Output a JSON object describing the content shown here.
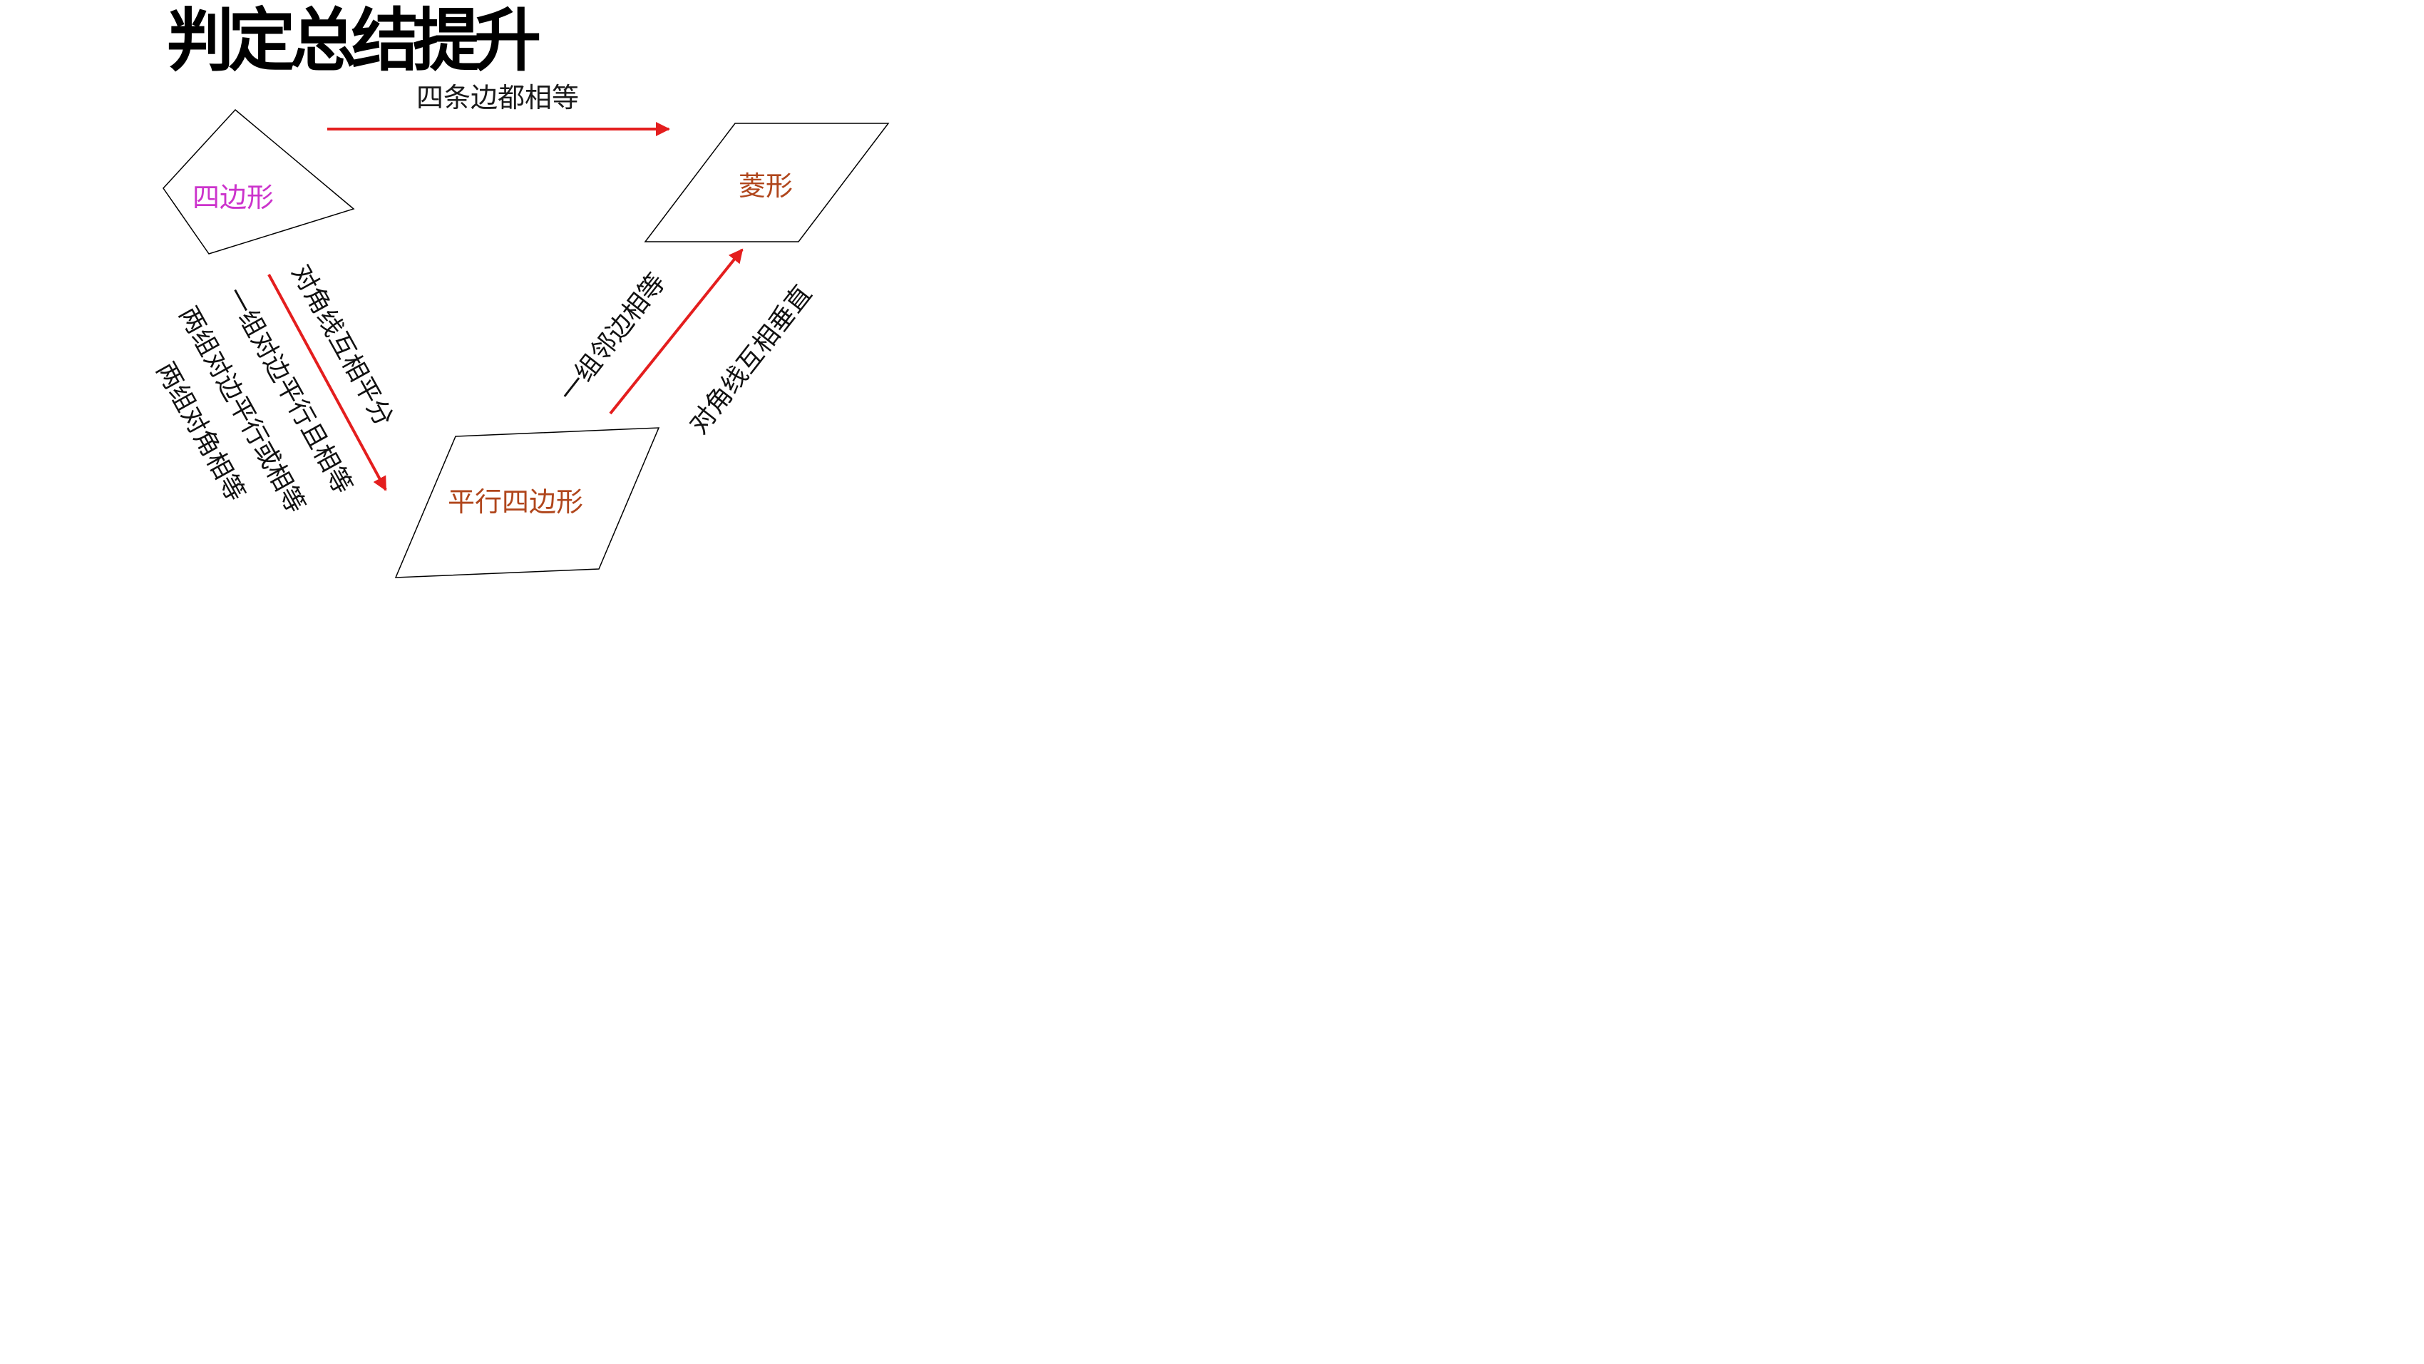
{
  "title": "判定总结提升",
  "colors": {
    "arrow": "#e41e1e",
    "quadrilateral": "#cc33cc",
    "rhombus": "#b0461c",
    "parallelogram": "#b0461c"
  },
  "shapes": {
    "quadrilateral": "四边形",
    "rhombus": "菱形",
    "parallelogram": "平行四边形"
  },
  "conditions": {
    "quad_to_rhombus": "四条边都相等",
    "quad_to_parallelogram": [
      "对角线互相平分",
      "一组对边平行且相等",
      "两组对边平行或相等",
      "两组对角相等"
    ],
    "parallelogram_to_rhombus": [
      "一组邻边相等",
      "对角线互相垂直"
    ]
  }
}
